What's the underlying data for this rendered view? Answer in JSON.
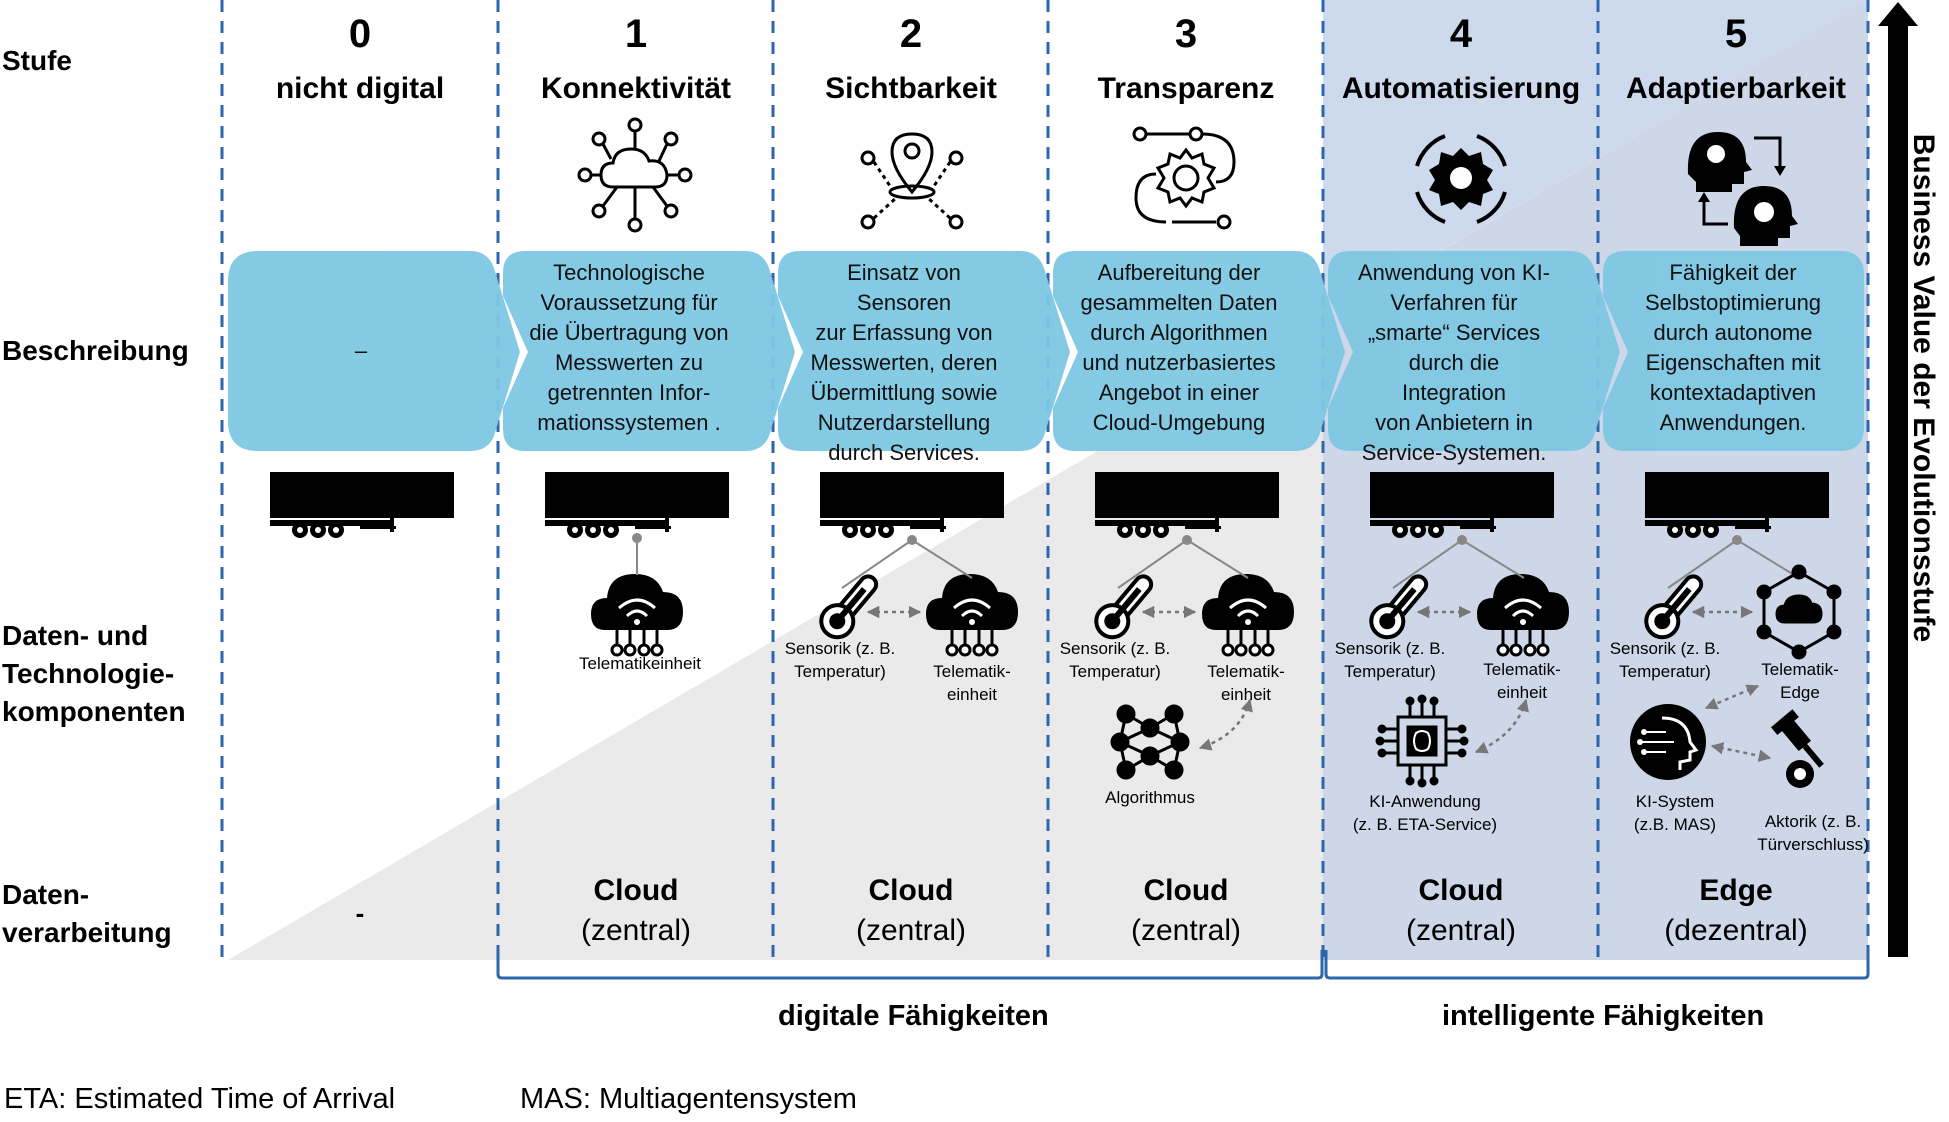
{
  "row_labels": {
    "stufe": "Stufe",
    "beschreibung": "Beschreibung",
    "komponenten": "Daten- und\nTechnologie-\nkomponenten",
    "verarbeitung": "Daten-\nverarbeitung"
  },
  "stages": [
    {
      "number": "0",
      "title": "nicht digital",
      "description": "–",
      "processing_main": "-",
      "processing_sub": ""
    },
    {
      "number": "1",
      "title": "Konnektivität",
      "description": "Technologische\nVoraussetzung für\ndie Übertragung von\nMesswerten zu\ngetrennten Infor-\nmationssystemen .",
      "processing_main": "Cloud",
      "processing_sub": "(zentral)"
    },
    {
      "number": "2",
      "title": "Sichtbarkeit",
      "description": "Einsatz von Sensoren\nzur Erfassung von\nMesswerten, deren\nÜbermittlung sowie\nNutzerdarstellung\ndurch Services.",
      "processing_main": "Cloud",
      "processing_sub": "(zentral)"
    },
    {
      "number": "3",
      "title": "Transparenz",
      "description": "Aufbereitung der\ngesammelten Daten\ndurch Algorithmen\nund nutzerbasiertes\nAngebot in einer\nCloud-Umgebung",
      "processing_main": "Cloud",
      "processing_sub": "(zentral)"
    },
    {
      "number": "4",
      "title": "Automatisierung",
      "description": "Anwendung von KI-\nVerfahren für\n„smarte“ Services\ndurch die Integration\nvon Anbietern in\nService-Systemen.",
      "processing_main": "Cloud",
      "processing_sub": "(zentral)"
    },
    {
      "number": "5",
      "title": "Adaptierbarkeit",
      "description": "Fähigkeit der\nSelbstoptimierung\ndurch autonome\nEigenschaften mit\nkontextadaptiven\nAnwendungen.",
      "processing_main": "Edge",
      "processing_sub": "(dezentral)"
    }
  ],
  "components": {
    "telematikeinheit": "Telematikeinheit",
    "sensorik": "Sensorik (z. B.\nTemperatur)",
    "telematik_einheit": "Telematik-\neinheit",
    "algorithmus": "Algorithmus",
    "ki_anwendung": "KI-Anwendung\n(z. B. ETA-Service)",
    "telematik_edge": "Telematik-\nEdge",
    "ki_system": "KI-System\n(z.B. MAS)",
    "aktorik": "Aktorik (z. B.\nTürverschluss)"
  },
  "groups": {
    "digital": "digitale Fähigkeiten",
    "intelligent": "intelligente Fähigkeiten"
  },
  "side_axis": "Business Value der Evolutionsstufe",
  "footnotes": {
    "eta": "ETA: Estimated Time of Arrival",
    "mas": "MAS: Multiagentensystem"
  },
  "icons": [
    "cloud-network-icon",
    "location-pin-network-icon",
    "gear-process-icon",
    "automation-gear-icon",
    "head-gear-lightbulb-icon",
    "truck-icon",
    "cloud-wifi-icon",
    "thermometer-icon",
    "neural-network-icon",
    "ai-chip-icon",
    "hexagon-cloud-icon",
    "ai-head-icon",
    "actuator-piston-icon"
  ],
  "colors": {
    "chevron": "#7ec8e3",
    "intelligent_bg": "#c9d6ea",
    "triangle": "#e8e8e8",
    "dash": "#2e66ad",
    "bracket": "#2e66ad"
  }
}
